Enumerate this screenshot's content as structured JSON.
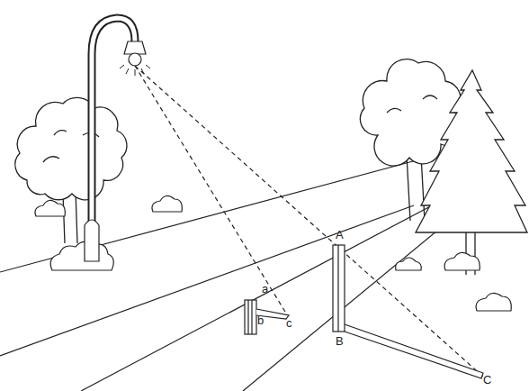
{
  "diagram": {
    "labels": [
      "a",
      "b",
      "c",
      "A",
      "B",
      "C"
    ]
  }
}
